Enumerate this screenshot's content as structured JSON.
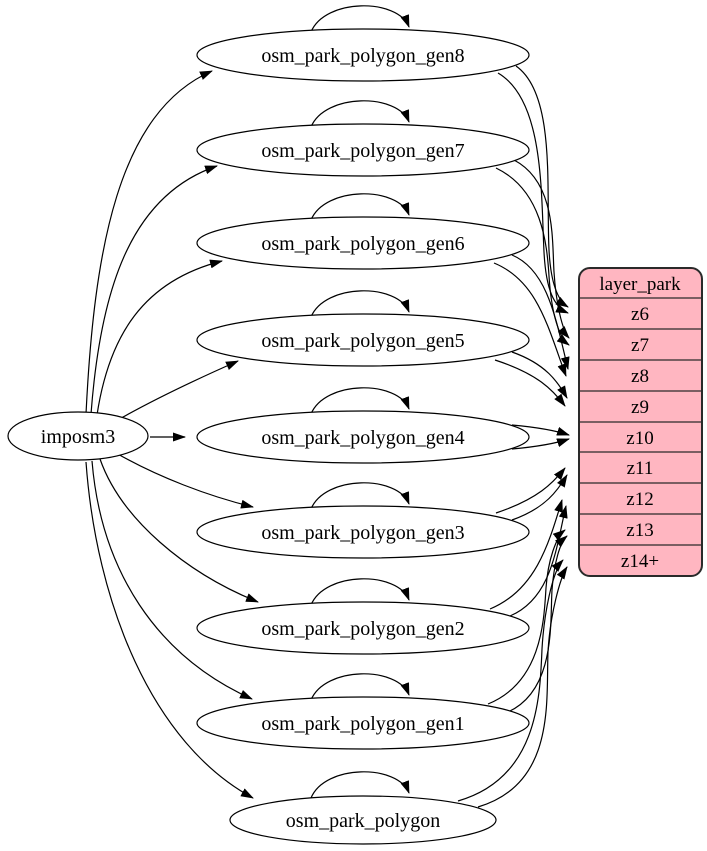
{
  "diagram": {
    "source": {
      "label": "imposm3"
    },
    "tables": [
      {
        "label": "osm_park_polygon_gen8",
        "feeds": "z6"
      },
      {
        "label": "osm_park_polygon_gen7",
        "feeds": "z7"
      },
      {
        "label": "osm_park_polygon_gen6",
        "feeds": "z8"
      },
      {
        "label": "osm_park_polygon_gen5",
        "feeds": "z9"
      },
      {
        "label": "osm_park_polygon_gen4",
        "feeds": "z10"
      },
      {
        "label": "osm_park_polygon_gen3",
        "feeds": "z11"
      },
      {
        "label": "osm_park_polygon_gen2",
        "feeds": "z12"
      },
      {
        "label": "osm_park_polygon_gen1",
        "feeds": "z13"
      },
      {
        "label": "osm_park_polygon",
        "feeds": "z14+"
      }
    ],
    "layer": {
      "title": "layer_park",
      "rows": [
        "z6",
        "z7",
        "z8",
        "z9",
        "z10",
        "z11",
        "z12",
        "z13",
        "z14+"
      ]
    },
    "edges": {
      "from_source_to": [
        "osm_park_polygon_gen8",
        "osm_park_polygon_gen7",
        "osm_park_polygon_gen6",
        "osm_park_polygon_gen5",
        "osm_park_polygon_gen4",
        "osm_park_polygon_gen3",
        "osm_park_polygon_gen2",
        "osm_park_polygon_gen1",
        "osm_park_polygon"
      ],
      "self_loops": [
        "osm_park_polygon_gen8",
        "osm_park_polygon_gen7",
        "osm_park_polygon_gen6",
        "osm_park_polygon_gen5",
        "osm_park_polygon_gen4",
        "osm_park_polygon_gen3",
        "osm_park_polygon_gen2",
        "osm_park_polygon_gen1",
        "osm_park_polygon"
      ],
      "to_layer": [
        {
          "from": "osm_park_polygon_gen8",
          "to": "z6",
          "count": 2
        },
        {
          "from": "osm_park_polygon_gen7",
          "to": "z7",
          "count": 2
        },
        {
          "from": "osm_park_polygon_gen6",
          "to": "z8",
          "count": 2
        },
        {
          "from": "osm_park_polygon_gen5",
          "to": "z9",
          "count": 2
        },
        {
          "from": "osm_park_polygon_gen4",
          "to": "z10",
          "count": 2
        },
        {
          "from": "osm_park_polygon_gen3",
          "to": "z11",
          "count": 2
        },
        {
          "from": "osm_park_polygon_gen2",
          "to": "z12",
          "count": 2
        },
        {
          "from": "osm_park_polygon_gen1",
          "to": "z13",
          "count": 2
        },
        {
          "from": "osm_park_polygon",
          "to": "z14+",
          "count": 2
        }
      ]
    },
    "colors": {
      "layer_fill": "#ffb6c1",
      "node_fill": "#ffffff",
      "edge": "#000000"
    }
  }
}
